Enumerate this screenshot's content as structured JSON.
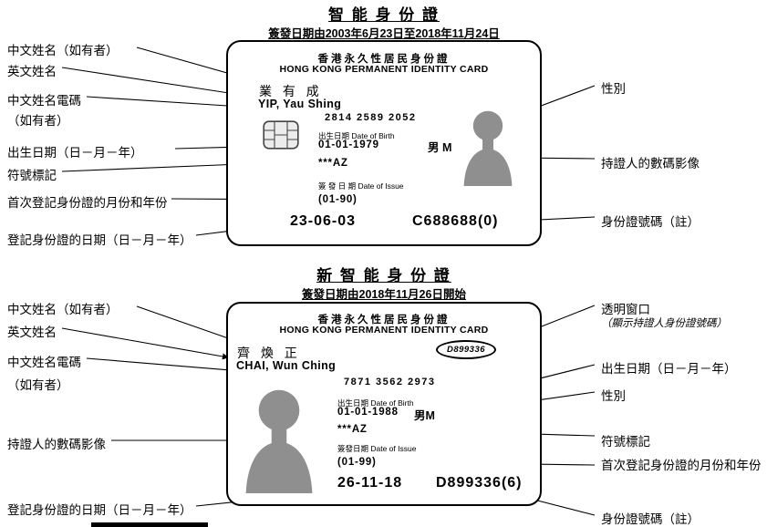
{
  "colors": {
    "ink": "#000000",
    "silhouette": "#8f8f8f",
    "chip_fill": "#ececec"
  },
  "icons": {
    "chip": "chip-icon",
    "portrait": "portrait-silhouette-icon"
  },
  "old_section": {
    "title": "智 能 身 份 證",
    "subtitle": "簽發日期由2003年6月23日至2018年11月24日",
    "card": {
      "title_zh": "香港永久性居民身份證",
      "title_en": "HONG KONG PERMANENT IDENTITY CARD",
      "name_zh": "業 有 成",
      "name_en": "YIP, Yau Shing",
      "telecode": "2814 2589 2052",
      "dob_label": "出生日期 Date of Birth",
      "dob_value": "01-01-1979",
      "sex_value": "男 M",
      "symbol_value": "***AZ",
      "issue_label": "簽 發 日 期 Date of Issue",
      "issue_month": "(01-90)",
      "registration_date": "23-06-03",
      "id_number": "C688688(0)"
    },
    "labels_left": [
      "中文姓名（如有者）",
      "英文姓名",
      "中文姓名電碼",
      "（如有者）",
      "出生日期（日－月－年）",
      "符號標記",
      "首次登記身份證的月份和年份",
      "登記身份證的日期（日－月－年）"
    ],
    "labels_right": [
      "性別",
      "持證人的數碼影像",
      "身份證號碼（註）"
    ]
  },
  "new_section": {
    "title": "新 智 能 身 份 證",
    "subtitle": "簽發日期由2018年11月26日開始",
    "card": {
      "title_zh": "香港永久性居民身份證",
      "title_en": "HONG KONG PERMANENT IDENTITY CARD",
      "name_zh": "齊 煥 正",
      "name_en": "CHAI, Wun Ching",
      "telecode": "7871 3562 2973",
      "window_number": "D899336",
      "dob_label": "出生日期 Date of Birth",
      "dob_value": "01-01-1988",
      "sex_value": "男M",
      "symbol_value": "***AZ",
      "issue_label": "簽發日期 Date of Issue",
      "issue_month": "(01-99)",
      "registration_date": "26-11-18",
      "id_number": "D899336(6)"
    },
    "labels_left": [
      "中文姓名（如有者）",
      "英文姓名",
      "中文姓名電碼",
      "（如有者）",
      "持證人的數碼影像",
      "登記身份證的日期（日－月－年）"
    ],
    "labels_right": [
      "透明窗口",
      "（顯示持證人身份證號碼）",
      "出生日期（日－月－年）",
      "性別",
      "符號標記",
      "首次登記身份證的月份和年份",
      "身份證號碼（註）"
    ]
  }
}
